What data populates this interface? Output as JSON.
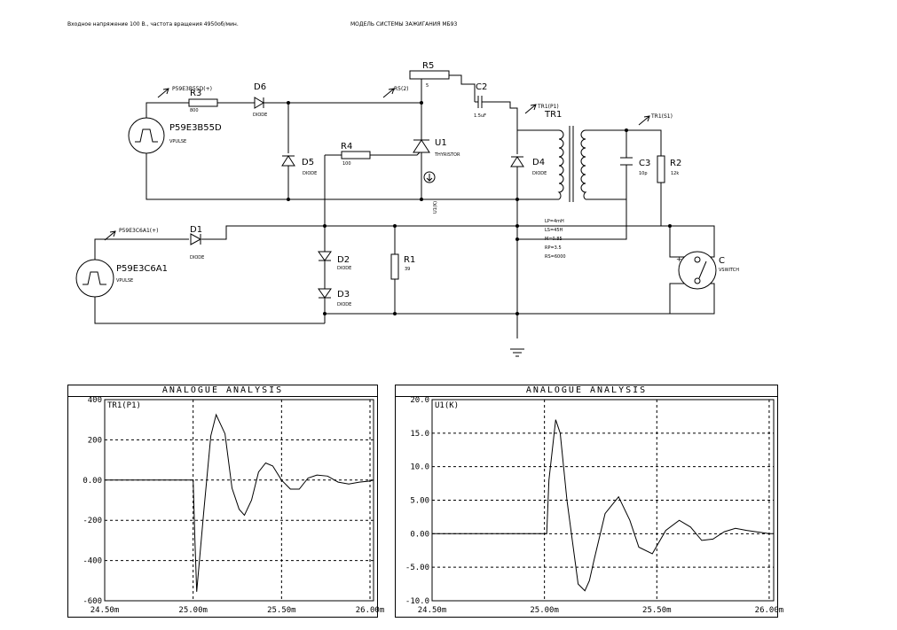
{
  "header": {
    "left": "Входное напряжение 100 В., частота вращения 4950об/мин.",
    "center": "МОДЕЛЬ СИСТЕМЫ ЗАЖИГАНИЯ МБ93"
  },
  "schematic": {
    "probes": {
      "p59e3b55d_plus": "P59E3B55D(+)",
      "r5_2": "R5(2)",
      "tr1_p1": "TR1(P1)",
      "tr1_s1": "TR1(S1)",
      "p59e3c6a1_plus": "P59E3C6A1(+)",
      "u1k": "U1(K)"
    },
    "components": {
      "r5": {
        "name": "R5",
        "value": "5"
      },
      "c2": {
        "name": "C2",
        "value": "1.5uF"
      },
      "tr1": {
        "name": "TR1"
      },
      "r3": {
        "name": "R3",
        "value": "800"
      },
      "d6": {
        "name": "D6",
        "model": "DIODE"
      },
      "src1": {
        "name": "P59E3B55D",
        "model": "VPULSE"
      },
      "d5": {
        "name": "D5",
        "model": "DIODE"
      },
      "r4": {
        "name": "R4",
        "value": "100"
      },
      "u1": {
        "name": "U1",
        "model": "THYRISTOR"
      },
      "d4": {
        "name": "D4",
        "model": "DIODE"
      },
      "c3": {
        "name": "C3",
        "value": "10p"
      },
      "r2": {
        "name": "R2",
        "value": "12k"
      },
      "d1": {
        "name": "D1",
        "model": "DIODE"
      },
      "src2": {
        "name": "P59E3C6A1",
        "model": "VPULSE"
      },
      "d2": {
        "name": "D2",
        "model": "DIODE"
      },
      "d3": {
        "name": "D3",
        "model": "DIODE"
      },
      "r1": {
        "name": "R1",
        "value": "39"
      },
      "sw": {
        "name": "C",
        "model": "VSWITCH",
        "plus": "+"
      }
    },
    "tr1_params": [
      "LP=4mH",
      "LS=45H",
      "M=0.85",
      "RP=3.5",
      "RS=6000"
    ]
  },
  "chart_data": [
    {
      "type": "line",
      "title": "ANALOGUE ANALYSIS",
      "series": [
        {
          "name": "TR1(P1)",
          "x": [
            24.5,
            25.0,
            25.01,
            25.02,
            25.06,
            25.1,
            25.13,
            25.18,
            25.22,
            25.26,
            25.29,
            25.33,
            25.37,
            25.41,
            25.45,
            25.5,
            25.55,
            25.6,
            25.65,
            25.7,
            25.76,
            25.82,
            25.88,
            25.94,
            26.0,
            26.02
          ],
          "y": [
            0,
            0,
            -300,
            -555,
            -160,
            220,
            325,
            230,
            -40,
            -145,
            -175,
            -100,
            40,
            85,
            70,
            0,
            -45,
            -45,
            10,
            25,
            20,
            -10,
            -20,
            -10,
            -5,
            0
          ]
        }
      ],
      "xlim": [
        24.5,
        26.02
      ],
      "ylim": [
        -600,
        400
      ],
      "x_ticks": [
        24.5,
        25.0,
        25.5,
        26.0
      ],
      "x_tick_labels": [
        "24.50m",
        "25.00m",
        "25.50m",
        "26.00m"
      ],
      "y_ticks": [
        -600,
        -400,
        -200,
        0,
        200,
        400
      ],
      "y_tick_labels": [
        "-600",
        "-400",
        "-200",
        "0.00",
        "200",
        "400"
      ],
      "grid": true
    },
    {
      "type": "line",
      "title": "ANALOGUE ANALYSIS",
      "series": [
        {
          "name": "U1(K)",
          "x": [
            24.5,
            25.01,
            25.02,
            25.05,
            25.07,
            25.1,
            25.15,
            25.18,
            25.2,
            25.22,
            25.27,
            25.33,
            25.38,
            25.42,
            25.48,
            25.54,
            25.6,
            25.65,
            25.7,
            25.75,
            25.8,
            25.85,
            25.9,
            26.0,
            26.02
          ],
          "y": [
            0,
            0,
            8,
            17,
            15,
            5,
            -7.5,
            -8.5,
            -7,
            -4,
            3,
            5.5,
            2,
            -2,
            -3,
            0.5,
            2,
            1,
            -1,
            -0.8,
            0.3,
            0.8,
            0.5,
            0,
            0
          ]
        }
      ],
      "xlim": [
        24.5,
        26.02
      ],
      "ylim": [
        -10,
        20
      ],
      "x_ticks": [
        24.5,
        25.0,
        25.5,
        26.0
      ],
      "x_tick_labels": [
        "24.50m",
        "25.00m",
        "25.50m",
        "26.00m"
      ],
      "y_ticks": [
        -10,
        -5,
        0,
        5,
        10,
        15,
        20
      ],
      "y_tick_labels": [
        "-10.0",
        "-5.00",
        "0.00",
        "5.00",
        "10.0",
        "15.0",
        "20.0"
      ],
      "grid": true
    }
  ]
}
